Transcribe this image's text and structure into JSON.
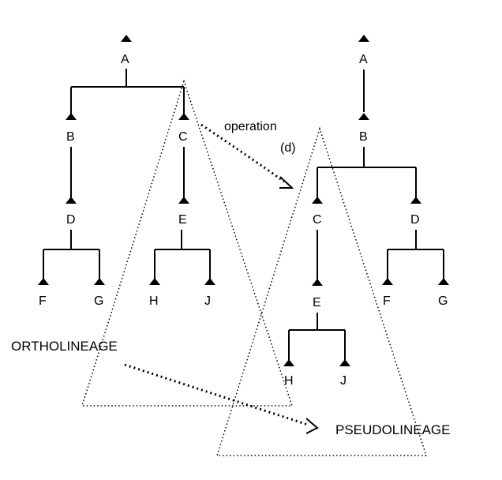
{
  "left_tree": {
    "nodes": {
      "A": "A",
      "B": "B",
      "C": "C",
      "D": "D",
      "E": "E",
      "F": "F",
      "G": "G",
      "H": "H",
      "J": "J"
    }
  },
  "right_tree": {
    "nodes": {
      "A": "A",
      "B": "B",
      "C": "C",
      "D": "D",
      "E": "E",
      "F": "F",
      "G": "G",
      "H": "H",
      "J": "J"
    }
  },
  "annotations": {
    "operation": "operation",
    "operation_id": "(d)",
    "ortholineage": "ORTHOLINEAGE",
    "pseudolineage": "PSEUDOLINEAGE"
  }
}
